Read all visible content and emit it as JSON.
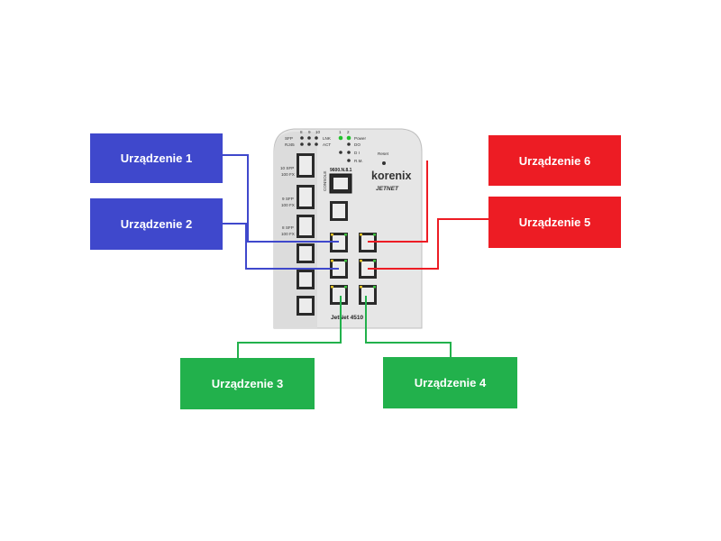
{
  "devices": {
    "d1": {
      "label": "Urządzenie 1",
      "color": "#3f48cc"
    },
    "d2": {
      "label": "Urządzenie 2",
      "color": "#3f48cc"
    },
    "d3": {
      "label": "Urządzenie 3",
      "color": "#22b14c"
    },
    "d4": {
      "label": "Urządzenie 4",
      "color": "#22b14c"
    },
    "d5": {
      "label": "Urządzenie 5",
      "color": "#ed1c24"
    },
    "d6": {
      "label": "Urządzenie 6",
      "color": "#ed1c24"
    }
  },
  "switch": {
    "brand": "korenix",
    "series": "JETNET",
    "model": "JetNet 4510",
    "reset_label": "Reset",
    "power_label": "Power",
    "do_label": "DO",
    "di_label": "D I",
    "rm_label": "R.M.",
    "sfp_label": "SFP",
    "rj45_label": "RJ45",
    "lnk_label": "LNK",
    "act_label": "ACT",
    "console_label": "CONSOLE",
    "baud_label": "9600.N.8.1",
    "top_nums_left": [
      "8",
      "9",
      "10"
    ],
    "top_nums_right": [
      "1",
      "2"
    ],
    "port_labels": {
      "p10": "10 SFP",
      "p9": "9 SFP",
      "p8": "8 SFP",
      "fx": "100 FX"
    }
  }
}
